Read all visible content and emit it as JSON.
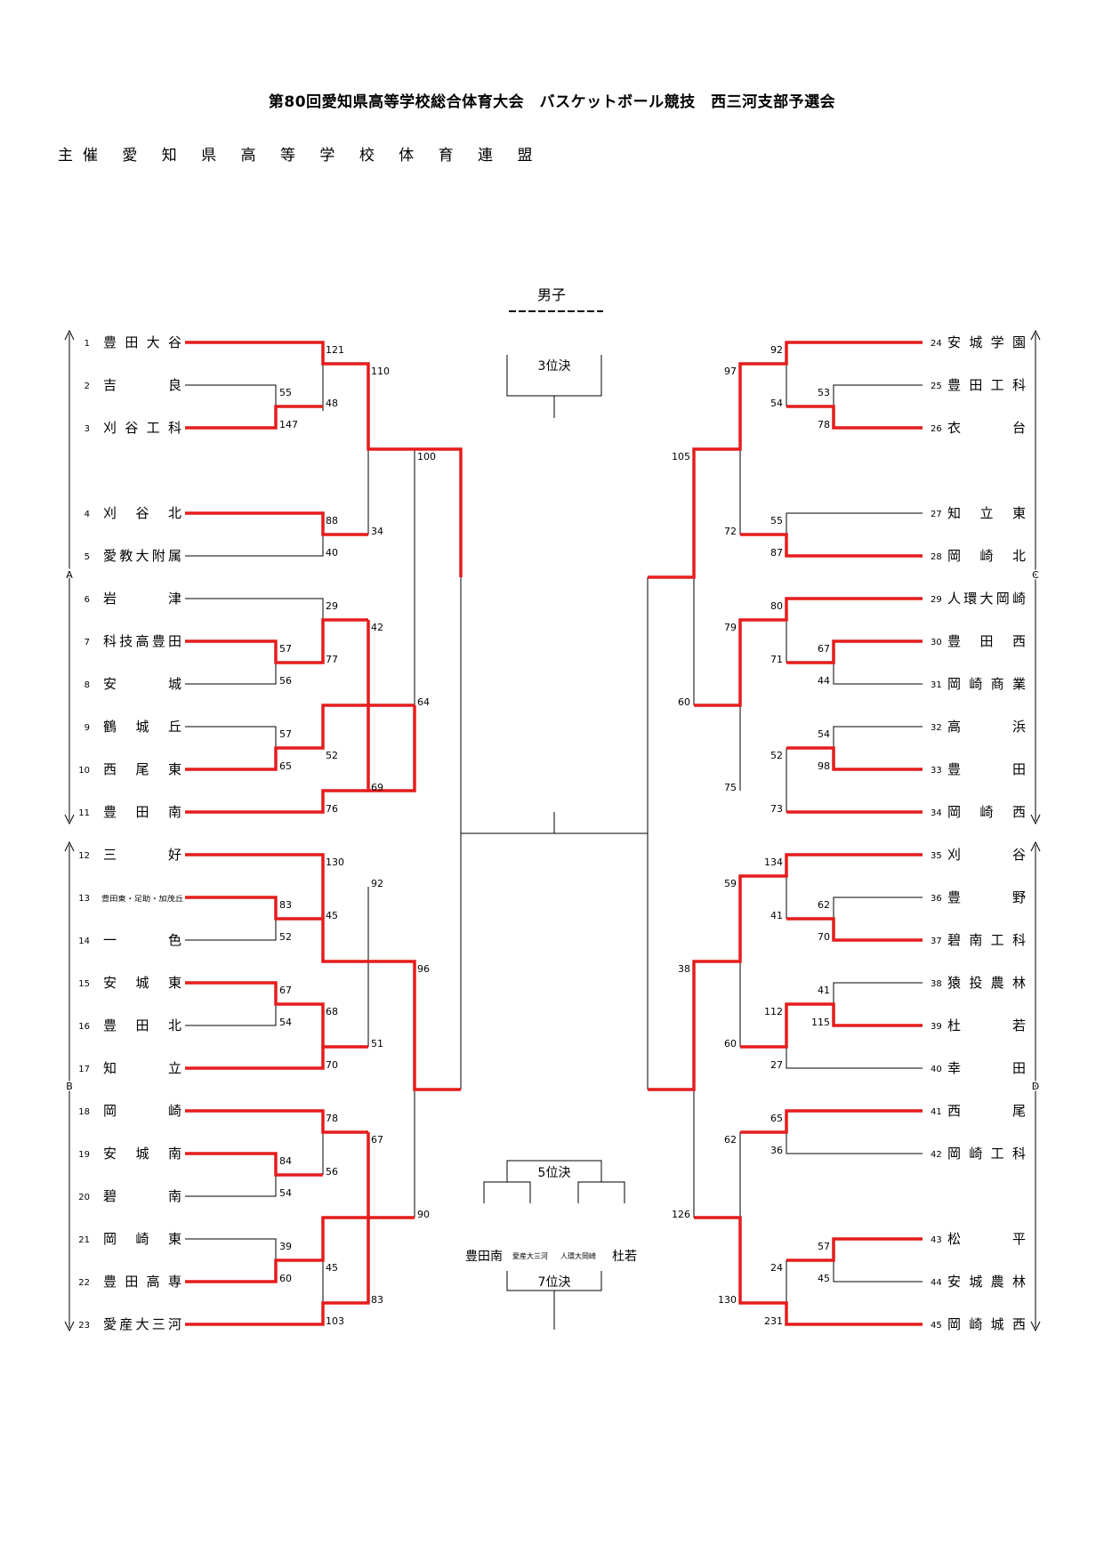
{
  "header": {
    "title": "第80回愛知県高等学校総合体育大会　バスケットボール競技　西三河支部予選会",
    "organizer": "主催 愛 知 県 高 等 学 校 体 育 連 盟"
  },
  "bracket": {
    "division": "男子",
    "left_teams": [
      {
        "no": "1",
        "name": "豊田大谷"
      },
      {
        "no": "2",
        "name": "吉　　良"
      },
      {
        "no": "3",
        "name": "刈谷工科"
      },
      {
        "no": "4",
        "name": "刈 谷 北"
      },
      {
        "no": "5",
        "name": "愛教大附属"
      },
      {
        "no": "6",
        "name": "岩　　津"
      },
      {
        "no": "7",
        "name": "科技高豊田"
      },
      {
        "no": "8",
        "name": "安　　城"
      },
      {
        "no": "9",
        "name": "鶴 城 丘"
      },
      {
        "no": "10",
        "name": "西 尾 東"
      },
      {
        "no": "11",
        "name": "豊 田 南"
      },
      {
        "no": "12",
        "name": "三　　好"
      },
      {
        "no": "13",
        "name": "豊田東・足助・加茂丘",
        "small": true
      },
      {
        "no": "14",
        "name": "一　　色"
      },
      {
        "no": "15",
        "name": "安 城 東"
      },
      {
        "no": "16",
        "name": "豊 田 北"
      },
      {
        "no": "17",
        "name": "知　　立"
      },
      {
        "no": "18",
        "name": "岡　　崎"
      },
      {
        "no": "19",
        "name": "安 城 南"
      },
      {
        "no": "20",
        "name": "碧　　南"
      },
      {
        "no": "21",
        "name": "岡 崎 東"
      },
      {
        "no": "22",
        "name": "豊田高専"
      },
      {
        "no": "23",
        "name": "愛産大三河"
      }
    ],
    "right_teams": [
      {
        "no": "24",
        "name": "安城学園"
      },
      {
        "no": "25",
        "name": "豊田工科"
      },
      {
        "no": "26",
        "name": "衣　　台"
      },
      {
        "no": "27",
        "name": "知 立 東"
      },
      {
        "no": "28",
        "name": "岡 崎 北"
      },
      {
        "no": "29",
        "name": "人環大岡崎"
      },
      {
        "no": "30",
        "name": "豊 田 西"
      },
      {
        "no": "31",
        "name": "岡崎商業"
      },
      {
        "no": "32",
        "name": "高　　浜"
      },
      {
        "no": "33",
        "name": "豊　　田"
      },
      {
        "no": "34",
        "name": "岡 崎 西"
      },
      {
        "no": "35",
        "name": "刈　　谷"
      },
      {
        "no": "36",
        "name": "豊　　野"
      },
      {
        "no": "37",
        "name": "碧南工科"
      },
      {
        "no": "38",
        "name": "猿投農林"
      },
      {
        "no": "39",
        "name": "杜　　若"
      },
      {
        "no": "40",
        "name": "幸　　田"
      },
      {
        "no": "41",
        "name": "西　　尾"
      },
      {
        "no": "42",
        "name": "岡崎工科"
      },
      {
        "no": "43",
        "name": "松　　平"
      },
      {
        "no": "44",
        "name": "安城農林"
      },
      {
        "no": "45",
        "name": "岡崎城西"
      }
    ],
    "blocks": [
      "A",
      "B",
      "C",
      "D"
    ],
    "scores": [
      "121",
      "48",
      "55",
      "147",
      "110",
      "100",
      "88",
      "34",
      "40",
      "29",
      "42",
      "57",
      "77",
      "56",
      "64",
      "57",
      "52",
      "65",
      "69",
      "76",
      "130",
      "92",
      "45",
      "83",
      "52",
      "96",
      "67",
      "68",
      "54",
      "51",
      "70",
      "78",
      "67",
      "84",
      "56",
      "54",
      "90",
      "39",
      "45",
      "60",
      "83",
      "103",
      "92",
      "97",
      "54",
      "53",
      "78",
      "105",
      "55",
      "72",
      "87",
      "80",
      "79",
      "67",
      "71",
      "44",
      "60",
      "54",
      "52",
      "98",
      "75",
      "73",
      "134",
      "59",
      "62",
      "41",
      "70",
      "38",
      "41",
      "112",
      "115",
      "60",
      "27",
      "65",
      "62",
      "36",
      "126",
      "57",
      "24",
      "45",
      "130",
      "231"
    ],
    "third_place": "3位決",
    "fifth_place": "5位決",
    "seventh_place": "7位決",
    "placement_teams": [
      "豊田南",
      "愛産大三河",
      "人環大岡崎",
      "杜若"
    ]
  },
  "colors": {
    "winner_line": "#e51c1c",
    "line": "#000000"
  }
}
